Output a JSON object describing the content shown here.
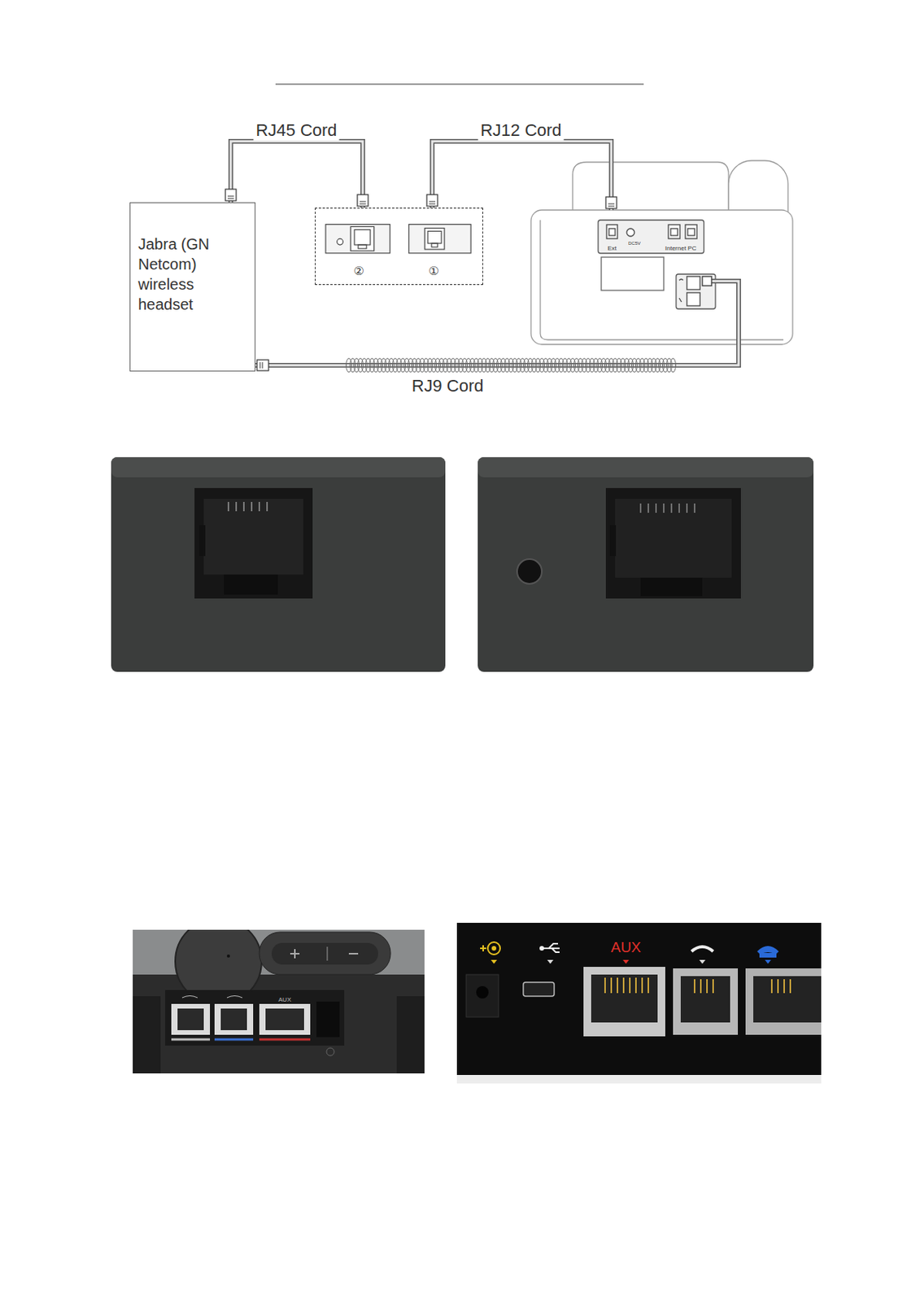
{
  "diagram": {
    "nodes": [
      {
        "text": [
          "Jabra (GN Netcom) wireless headset"
        ]
      },
      {
        "text": [
          "②",
          "①"
        ]
      },
      {
        "text": [
          "Ext",
          "DC5V",
          "Internet PC"
        ]
      }
    ],
    "edges": [
      {
        "from": 0,
        "to": 1,
        "arrow": "none",
        "label": "RJ45 Cord"
      },
      {
        "from": 1,
        "to": 2,
        "arrow": "none",
        "label": "RJ12 Cord"
      },
      {
        "from": 2,
        "to": 0,
        "arrow": "none",
        "label": "RJ9 Cord"
      }
    ],
    "labels": [
      "AUX",
      "AUX"
    ]
  }
}
